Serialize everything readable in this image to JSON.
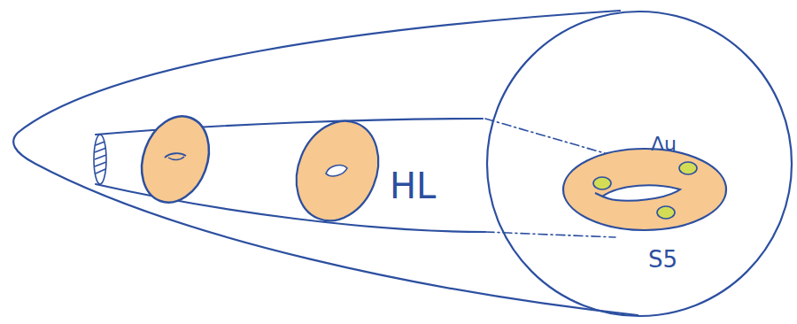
{
  "diagram": {
    "labels": [
      "HL",
      "Λu",
      "S5"
    ]
  }
}
